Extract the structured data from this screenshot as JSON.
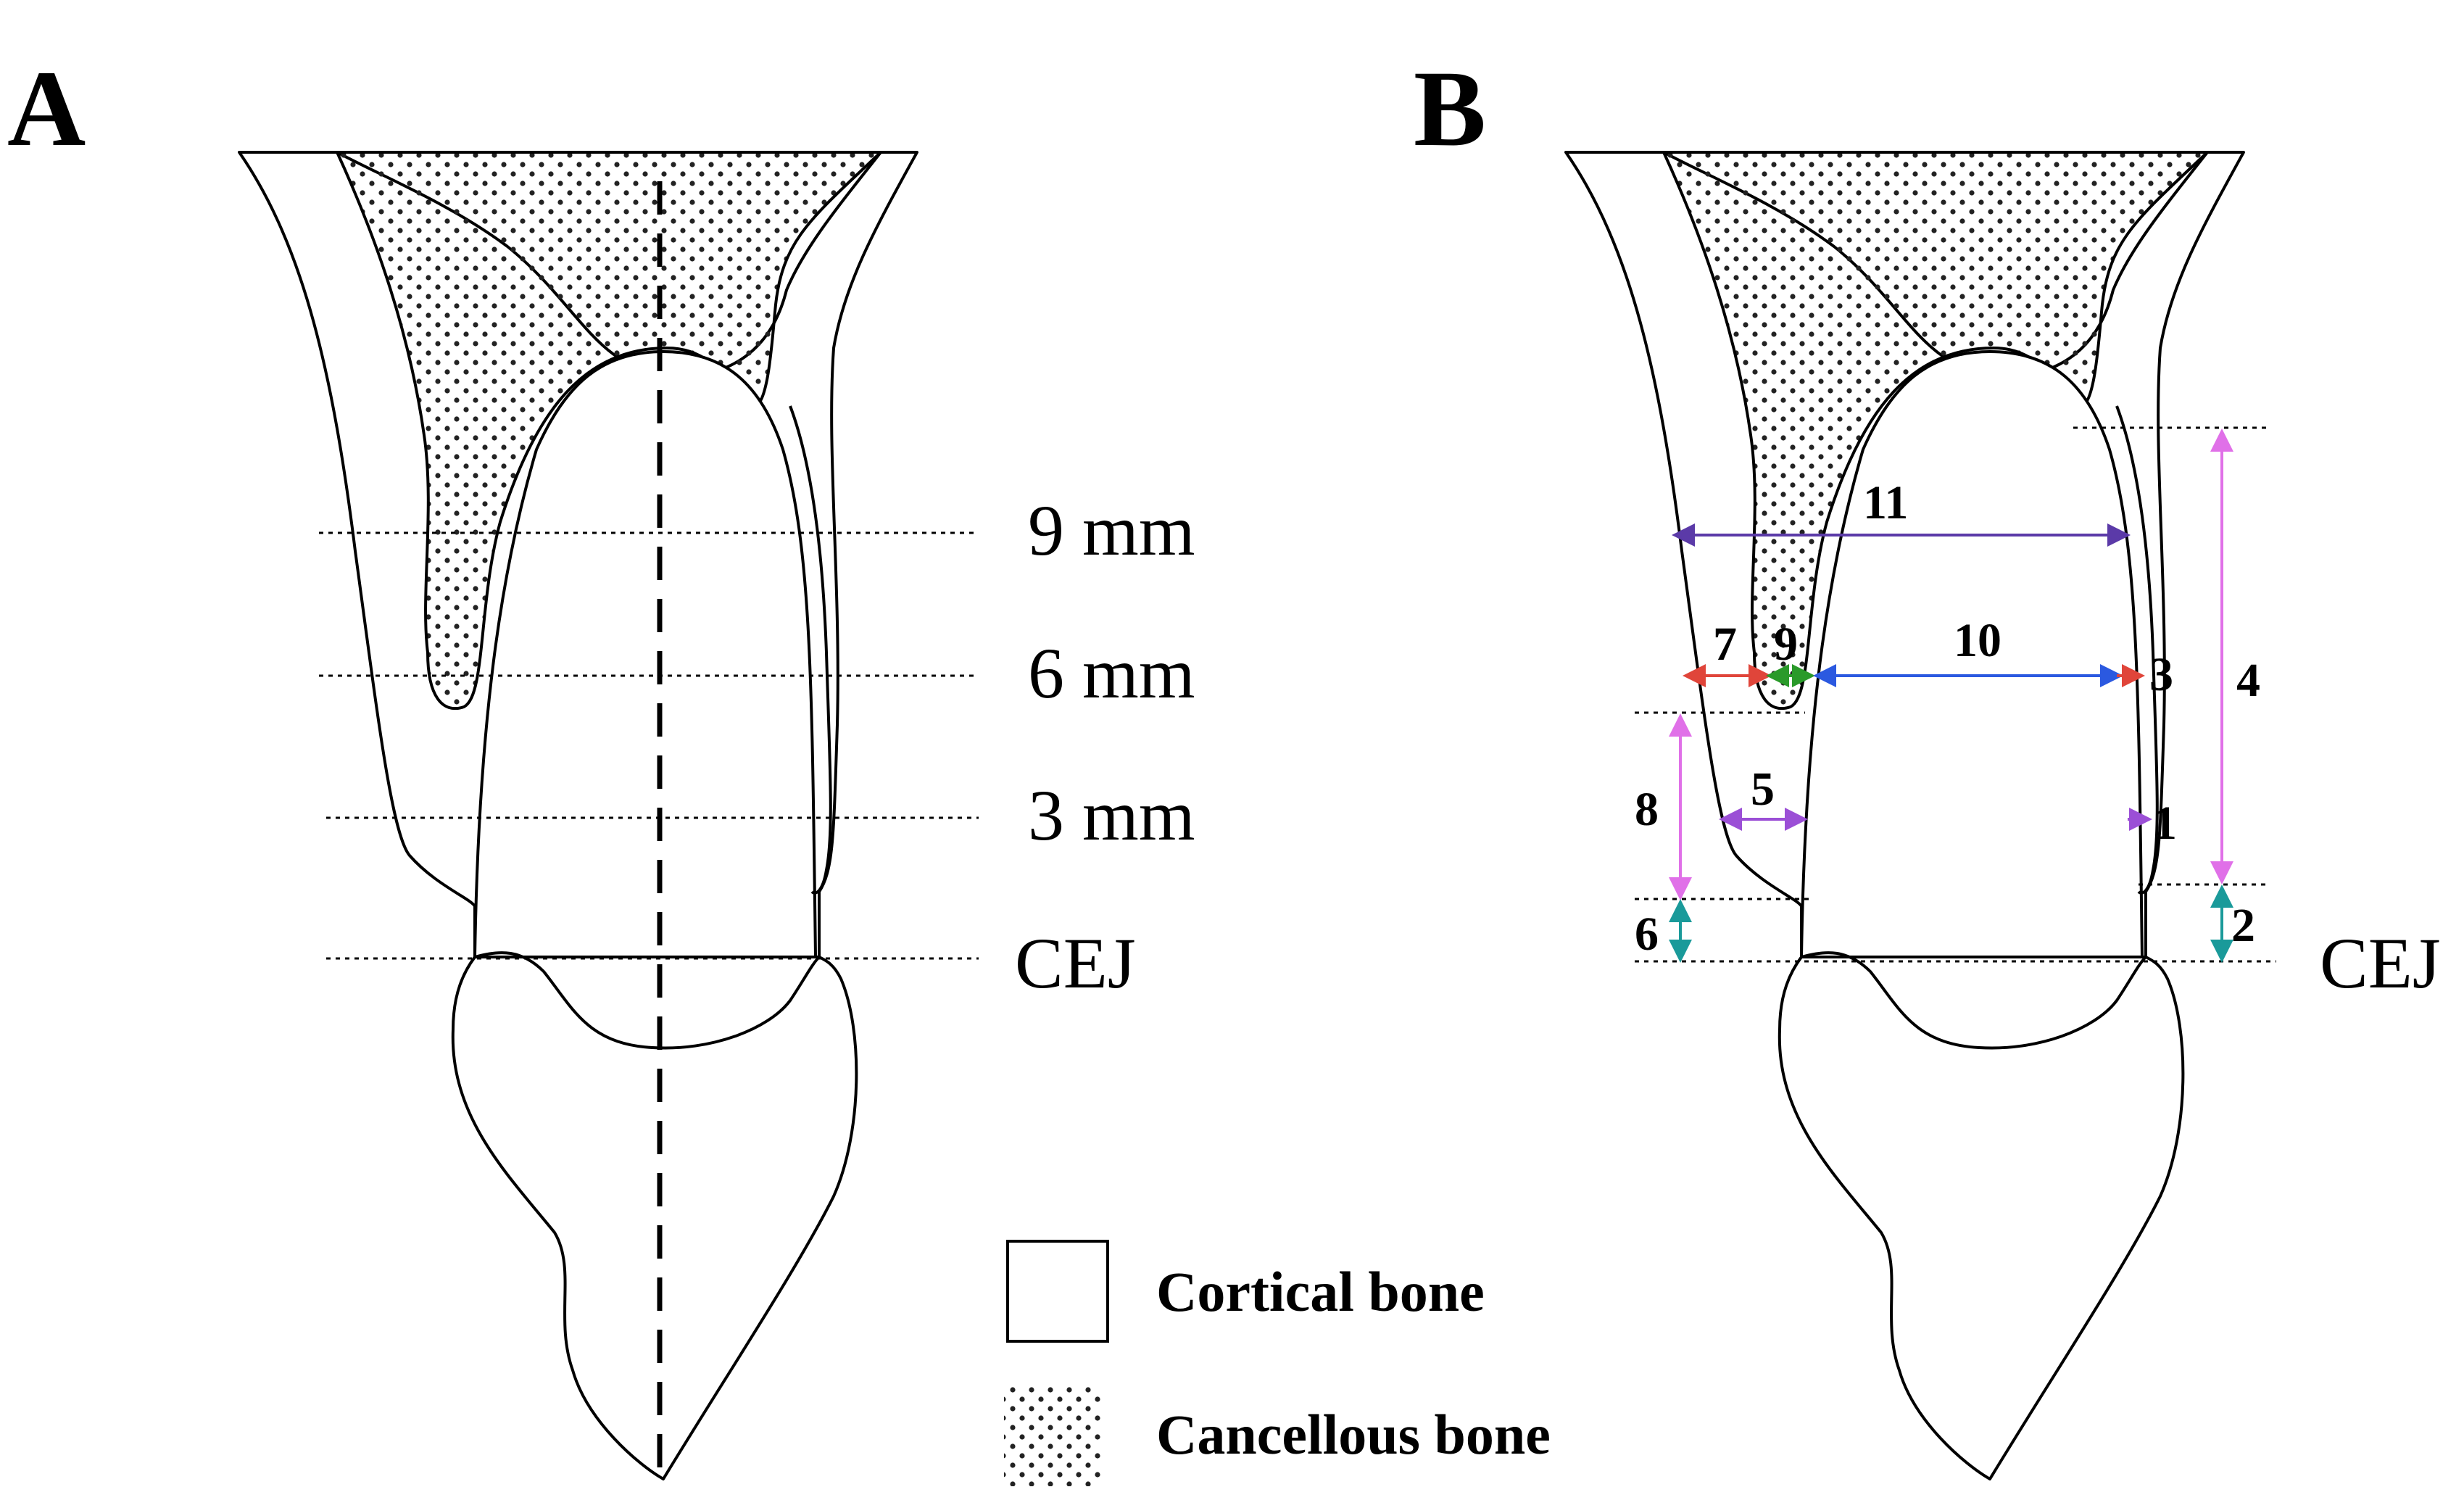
{
  "panels": {
    "a": "A",
    "b": "B"
  },
  "levels": {
    "mm9": "9 mm",
    "mm6": "6 mm",
    "mm3": "3 mm",
    "cej": "CEJ"
  },
  "cej_b": "CEJ",
  "measurements": [
    "1",
    "2",
    "3",
    "4",
    "5",
    "6",
    "7",
    "8",
    "9",
    "10",
    "11"
  ],
  "legend": {
    "cortical": "Cortical bone",
    "cancellous": "Cancellous bone"
  },
  "colors": {
    "m1": "#9b4fd6",
    "m2": "#1a9a9a",
    "m3": "#e0453a",
    "m4": "#e070e8",
    "m5": "#9b4fd6",
    "m6": "#1a9a9a",
    "m7": "#e0453a",
    "m8": "#e070e8",
    "m9": "#2a9a2a",
    "m10": "#2b59e0",
    "m11": "#5b3aa8"
  }
}
